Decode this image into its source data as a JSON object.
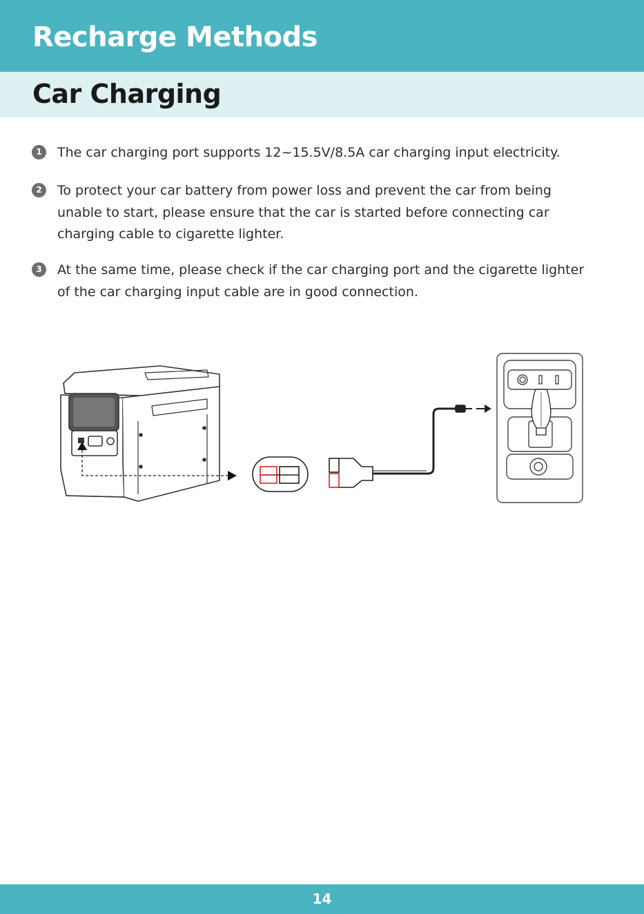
{
  "header": {
    "title": "Recharge Methods",
    "band_color": "#4ab5c1"
  },
  "section": {
    "title": "Car Charging",
    "band_color": "#ddf0f2"
  },
  "steps": [
    {
      "number": "1",
      "text": "The car charging port supports 12~15.5V/8.5A car charging input electricity."
    },
    {
      "number": "2",
      "text": "To protect your car battery from power loss and prevent the car from being unable to start, please ensure that the car is started before connecting car charging cable to cigarette lighter."
    },
    {
      "number": "3",
      "text": "At the same time, please check if the car charging port and the cigarette lighter of the car charging input cable are in good connection."
    }
  ],
  "illustration": {
    "items": [
      "power-station",
      "car-charging-port-closeup",
      "anderson-connector",
      "car-charging-cable",
      "car-center-console"
    ],
    "highlight_color": "#e02020"
  },
  "footer": {
    "page_number": "14"
  }
}
